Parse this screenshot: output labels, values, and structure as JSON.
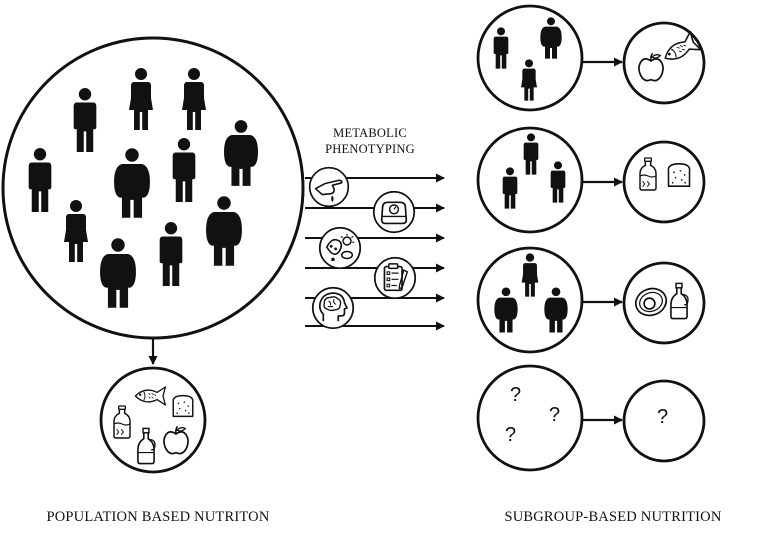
{
  "diagram": {
    "population_caption": "POPULATION BASED NUTRITON",
    "subgroup_caption": "SUBGROUP-BASED NUTRITION",
    "method_label_line1": "METABOLIC",
    "method_label_line2": "PHENOTYPING",
    "unknown_marker": "?",
    "colors": {
      "ink": "#111111",
      "background": "#ffffff"
    },
    "population_icons": [
      "bottle-icon",
      "fish-icon",
      "bread-icon",
      "oil-bottle-icon",
      "apple-icon"
    ],
    "phenotyping_icons": [
      "finger-blood-test-icon",
      "weighing-scale-icon",
      "microbiome-icon",
      "clipboard-questionnaire-icon",
      "brain-head-icon"
    ],
    "subgroups": [
      {
        "foods": [
          "apple-icon",
          "fish-icon"
        ]
      },
      {
        "foods": [
          "bottle-icon",
          "bread-icon"
        ]
      },
      {
        "foods": [
          "avocado-icon",
          "oil-bottle-icon"
        ]
      },
      {
        "foods": []
      }
    ]
  }
}
